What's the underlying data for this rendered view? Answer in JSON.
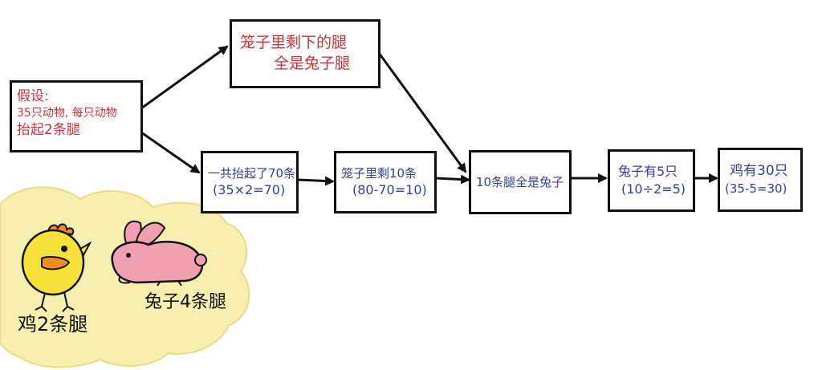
{
  "colors": {
    "red_text": "#c8313a",
    "blue_text": "#2f3f9e",
    "outline": "#111111",
    "cloud": "#f6efb0",
    "chick_body": "#f6e13a",
    "chick_beak": "#f28d22",
    "rabbit_body": "#f0a0b0"
  },
  "assumption": {
    "line1": "假设:",
    "line2": "35只动物, 每只动物",
    "line3": "抬起2条腿"
  },
  "remaining_legs_claim": {
    "line1": "笼子里剩下的腿",
    "line2": "全是兔子腿"
  },
  "steps": [
    {
      "line1": "一共抬起了70条",
      "line2": "(35×2=70)"
    },
    {
      "line1": "笼子里剩10条",
      "line2": "(80-70=10)"
    },
    {
      "line1": "10条腿全是兔子"
    },
    {
      "line1": "兔子有5只",
      "line2": "(10÷2=5)"
    },
    {
      "line1": "鸡有30只",
      "line2": "(35-5=30)"
    }
  ],
  "legend": {
    "chick": "鸡2条腿",
    "rabbit": "兔子4条腿"
  }
}
